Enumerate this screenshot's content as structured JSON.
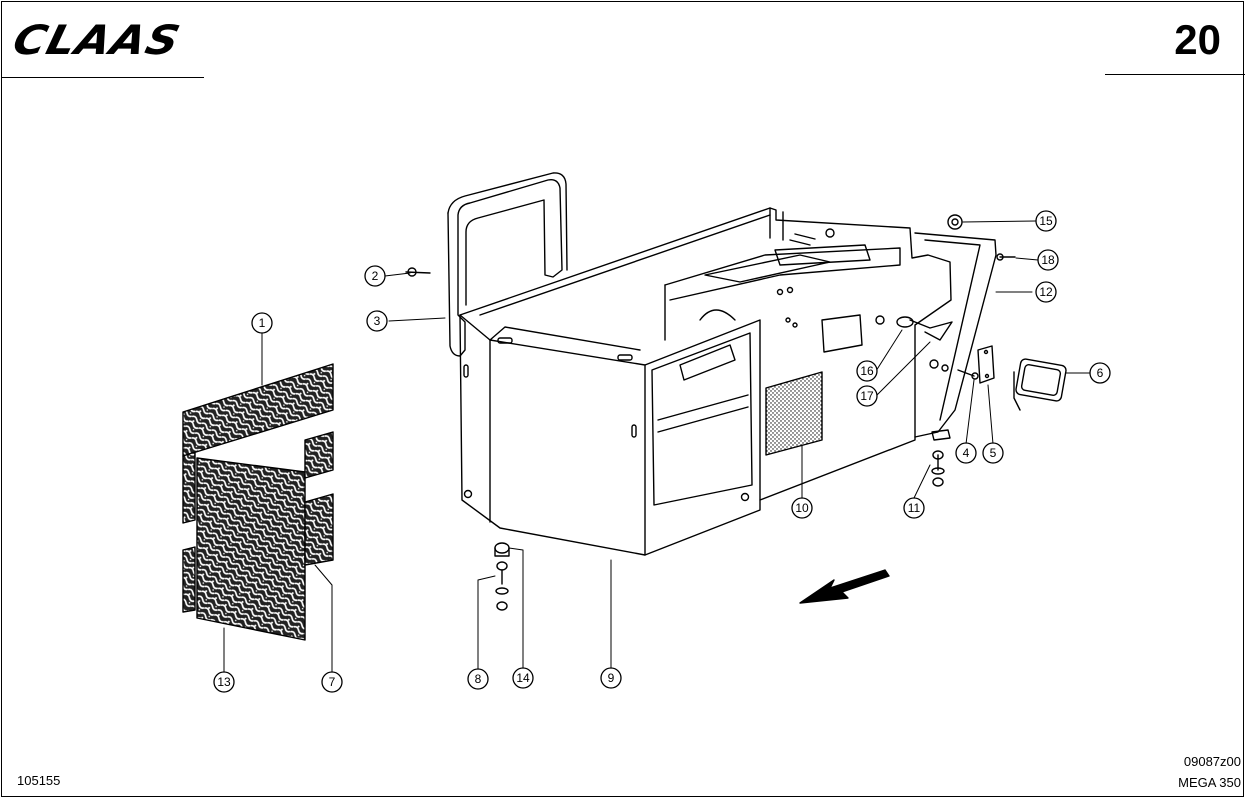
{
  "header": {
    "logo_text": "CLAAS",
    "page_number": "20"
  },
  "footer": {
    "doc_id": "105155",
    "drawing_code": "09087z00",
    "model": "MEGA 350"
  },
  "callouts": [
    "1",
    "2",
    "3",
    "4",
    "5",
    "6",
    "7",
    "8",
    "9",
    "10",
    "11",
    "12",
    "13",
    "14",
    "15",
    "16",
    "17",
    "18"
  ],
  "colors": {
    "ink": "#000000",
    "paper": "#ffffff"
  }
}
